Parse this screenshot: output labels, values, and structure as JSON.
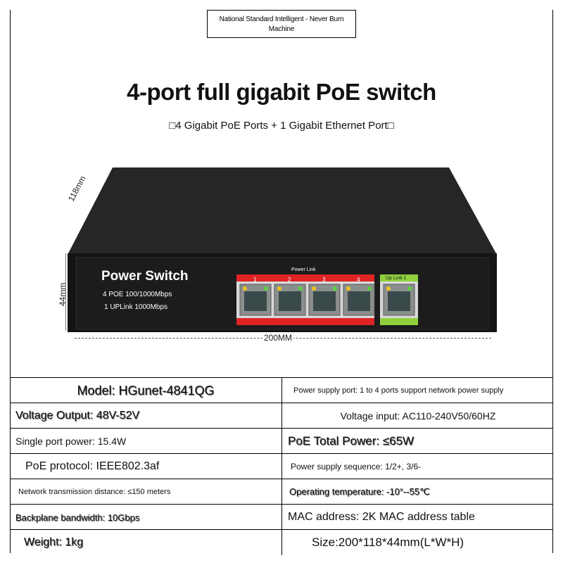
{
  "header": {
    "badge": "National Standard Intelligent - Never Burn Machine",
    "title": "4-port full gigabit PoE switch",
    "subtitle": "□4 Gigabit PoE Ports + 1 Gigabit Ethernet Port□"
  },
  "device": {
    "brand": "Power Switch",
    "spec_line1": "4 POE 100/1000Mbps",
    "spec_line2": "1 UPLink  1000Mbps",
    "port_group_label": "Power Link",
    "port_numbers": [
      "1",
      "2",
      "3",
      "4"
    ],
    "uplink_label": "Up Link 1",
    "dim_depth": "118mm",
    "dim_height": "44mm",
    "dim_width": "200MM",
    "colors": {
      "body": "#1e1e1e",
      "front": "#141414",
      "poe_accent": "#e02424",
      "uplink_accent": "#8fd03c"
    }
  },
  "specs": [
    {
      "left": "Model: HGunet-4841QG",
      "right": "Power supply port: 1 to 4 ports support network power supply"
    },
    {
      "left": "Voltage Output: 48V-52V",
      "right": "Voltage input: AC110-240V50/60HZ"
    },
    {
      "left": "Single port power: 15.4W",
      "right": "PoE Total Power: ≤65W"
    },
    {
      "left": "PoE protocol: IEEE802.3af",
      "right": "Power supply sequence: 1/2+, 3/6-"
    },
    {
      "left": "Network transmission distance: ≤150 meters",
      "right": "Operating temperature: -10°--55℃"
    },
    {
      "left": "Backplane bandwidth: 10Gbps",
      "right": "MAC address: 2K MAC address table"
    },
    {
      "left": "Weight: 1kg",
      "right": "Size:200*118*44mm(L*W*H)"
    }
  ]
}
